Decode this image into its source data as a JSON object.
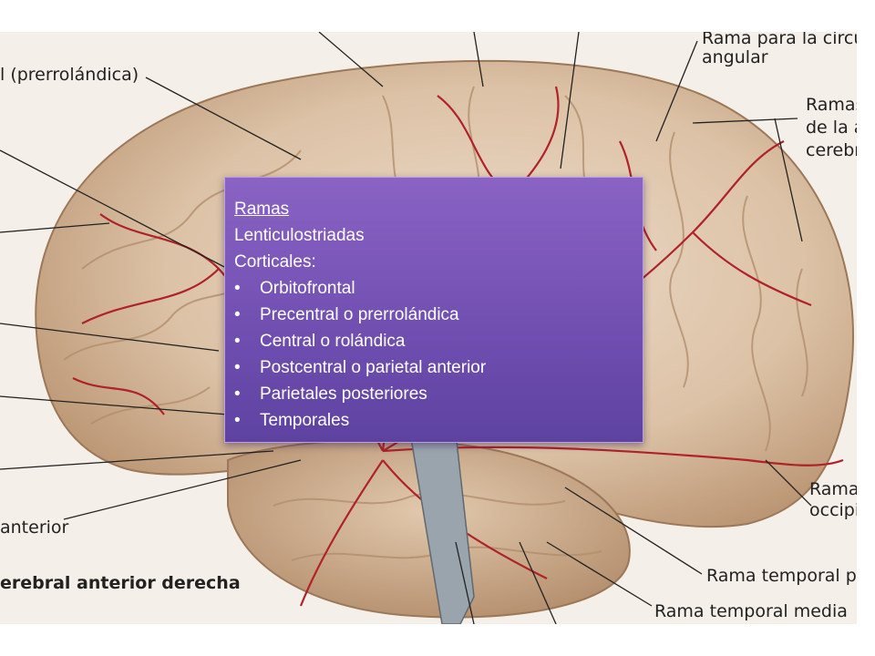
{
  "labels": {
    "top_right_1a": "Rama para la circun",
    "top_right_1b": "angular",
    "top_left": "l (prerrolándica)",
    "right_2a": "Ramas t",
    "right_2b": "de la art",
    "right_2c": "cerebra",
    "right_3a": "Ramas",
    "right_3b": "occipito",
    "bottom_left_1": "anterior",
    "bottom_left_2": "erebral anterior derecha",
    "bottom_right_1": "Rama temporal po",
    "bottom_right_2": "Rama temporal media"
  },
  "callout": {
    "heading": "Ramas",
    "line1": "Lenticulostriadas",
    "line2": "Corticales:",
    "bullets": [
      "Orbitofrontal",
      "Precentral o prerrolándica",
      "Central o rolándica",
      "Postcentral o parietal anterior",
      "Parietales posteriores",
      "Temporales"
    ]
  },
  "colors": {
    "brain": "#dcc3a8",
    "artery": "#b0222a",
    "callout": "#7a57b8"
  }
}
